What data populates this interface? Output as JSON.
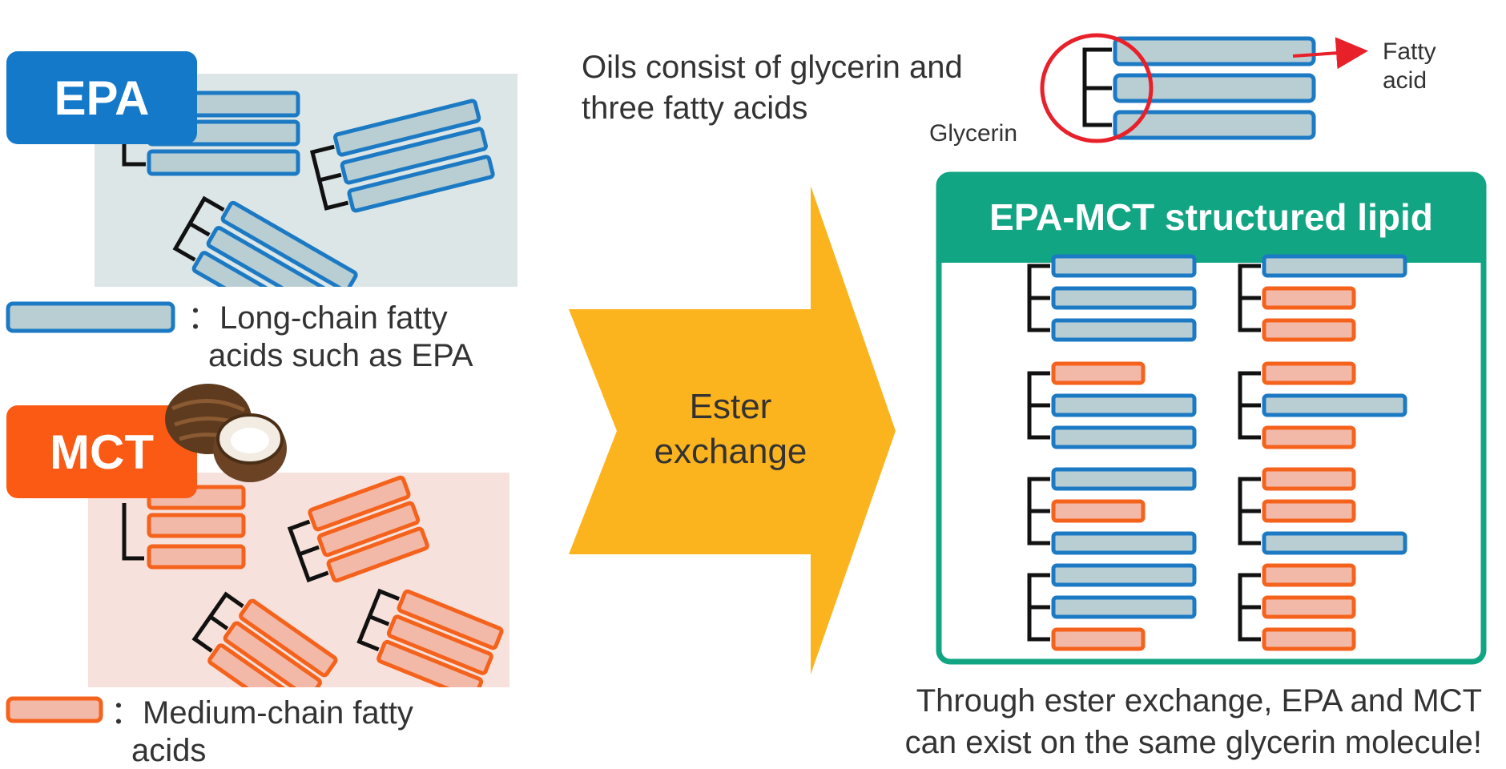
{
  "left": {
    "epa_badge": "EPA",
    "mct_badge": "MCT",
    "long_chain_legend": [
      "：Long-chain fatty",
      "acids such as EPA"
    ],
    "medium_chain_legend": [
      "：Medium-chain fatty",
      "acids"
    ]
  },
  "center": {
    "arrow_label": [
      "Ester",
      "exchange"
    ]
  },
  "top": {
    "oils_caption": [
      "Oils consist of glycerin and",
      "three fatty acids"
    ],
    "glycerin_label": "Glycerin",
    "fatty_acid_label": [
      "Fatty",
      "acid"
    ]
  },
  "result": {
    "title": "EPA-MCT structured lipid",
    "molecules": [
      [
        "long",
        "long",
        "long"
      ],
      [
        "long",
        "medium",
        "medium"
      ],
      [
        "medium",
        "long",
        "long"
      ],
      [
        "medium",
        "long",
        "medium"
      ],
      [
        "long",
        "medium",
        "long"
      ],
      [
        "medium",
        "medium",
        "long"
      ],
      [
        "long",
        "long",
        "medium"
      ],
      [
        "medium",
        "medium",
        "medium"
      ]
    ]
  },
  "bottom_caption": [
    "Through ester exchange, EPA and MCT",
    "can exist on the same glycerin molecule!"
  ],
  "colors": {
    "epa_blue": "#1479c9",
    "mct_orange": "#fa5a14",
    "long_chain_fill": "#b9ced3",
    "long_chain_stroke": "#1c7ac4",
    "medium_chain_fill": "#f2b9a8",
    "medium_chain_stroke": "#f5621c",
    "arrow_yellow": "#fcb41e",
    "teal": "#12a583",
    "epa_panel_bg": "#dde6e7",
    "mct_panel_bg": "#f6e1dc",
    "highlight_red": "#e8202a"
  }
}
